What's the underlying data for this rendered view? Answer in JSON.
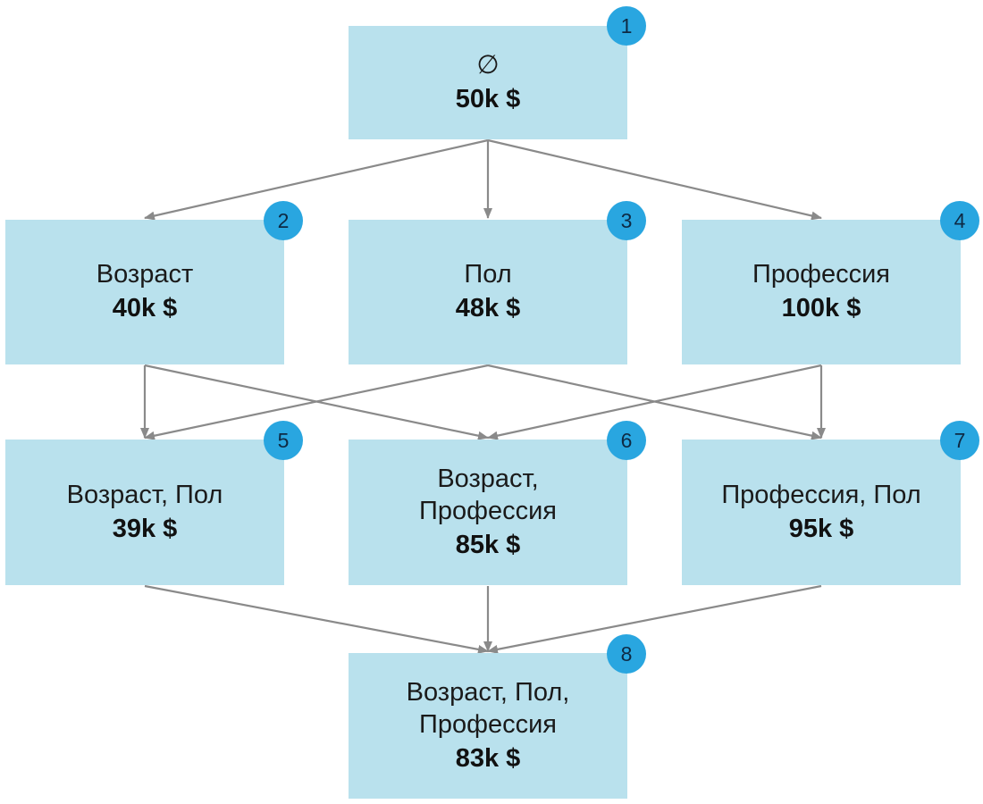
{
  "colors": {
    "node_fill": "#b9e1ed",
    "badge_fill": "#29a6e0",
    "edge": "#8a8a8a"
  },
  "nodes": [
    {
      "id": "1",
      "label": "∅",
      "value": "50k $"
    },
    {
      "id": "2",
      "label": "Возраст",
      "value": "40k $"
    },
    {
      "id": "3",
      "label": "Пол",
      "value": "48k $"
    },
    {
      "id": "4",
      "label": "Профессия",
      "value": "100k $"
    },
    {
      "id": "5",
      "label": "Возраст, Пол",
      "value": "39k $"
    },
    {
      "id": "6",
      "label": "Возраст,\nПрофессия",
      "value": "85k $"
    },
    {
      "id": "7",
      "label": "Профессия, Пол",
      "value": "95k $"
    },
    {
      "id": "8",
      "label": "Возраст, Пол,\nПрофессия",
      "value": "83k $"
    }
  ],
  "edges": [
    [
      "1",
      "2"
    ],
    [
      "1",
      "3"
    ],
    [
      "1",
      "4"
    ],
    [
      "2",
      "5"
    ],
    [
      "2",
      "6"
    ],
    [
      "3",
      "5"
    ],
    [
      "3",
      "7"
    ],
    [
      "4",
      "6"
    ],
    [
      "4",
      "7"
    ],
    [
      "5",
      "8"
    ],
    [
      "6",
      "8"
    ],
    [
      "7",
      "8"
    ]
  ]
}
